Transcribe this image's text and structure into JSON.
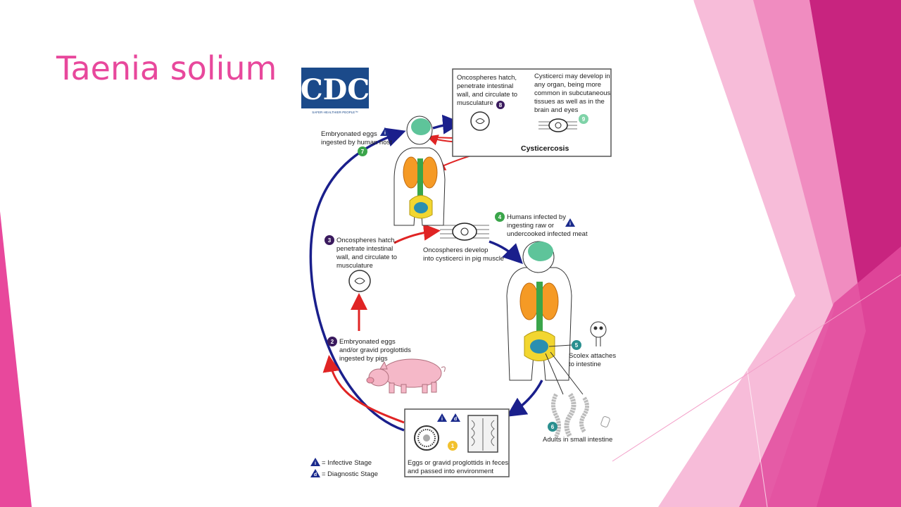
{
  "slide": {
    "title": "Taenia solium"
  },
  "logo": {
    "text": "CDC",
    "tagline": "SAFER·HEALTHIER·PEOPLE™"
  },
  "colors": {
    "title": "#e8489c",
    "cycle_blue": "#1a1f8c",
    "cycle_red": "#e02424",
    "step_purple": "#3a1a5e",
    "step_green": "#3aa54a",
    "step_teal": "#2a8f8f",
    "step_yellow": "#f2c12e",
    "step_mint": "#7fd3a8",
    "infective": "#1a2a8c"
  },
  "steps": {
    "s1": {
      "number": "1",
      "lines": [
        "Eggs or gravid proglottids in feces",
        "and passed into environment"
      ]
    },
    "s2": {
      "number": "2",
      "lines": [
        "Embryonated eggs",
        "and/or gravid proglottids",
        "ingested by pigs"
      ]
    },
    "s3": {
      "number": "3",
      "lines": [
        "Oncospheres hatch,",
        "penetrate intestinal",
        "wall, and circulate to",
        "musculature"
      ]
    },
    "pig_muscle": {
      "lines": [
        "Oncospheres develop",
        "into cysticerci in pig muscle"
      ]
    },
    "s4": {
      "number": "4",
      "lines": [
        "Humans infected by",
        "ingesting raw or",
        "undercooked infected meat"
      ]
    },
    "s5": {
      "number": "5",
      "lines": [
        "Scolex attaches",
        "to intestine"
      ]
    },
    "s6": {
      "number": "6",
      "lines": [
        "Adults in small intestine"
      ]
    },
    "s7": {
      "number": "7",
      "lines": [
        "Embryonated eggs",
        "ingested by human host"
      ]
    },
    "s8": {
      "number": "8",
      "lines": [
        "Oncospheres hatch,",
        "penetrate intestinal",
        "wall, and circulate to",
        "musculature"
      ]
    },
    "s9": {
      "number": "9",
      "lines": [
        "Cysticerci may develop in",
        "any organ, being more",
        "common in subcutaneous",
        "tissues as well as in the",
        "brain and eyes"
      ]
    },
    "cysticercosis": "Cysticercosis"
  },
  "legend": {
    "infective_symbol": "i",
    "infective_label": "= Infective Stage",
    "diagnostic_symbol": "d",
    "diagnostic_label": "= Diagnostic Stage"
  }
}
